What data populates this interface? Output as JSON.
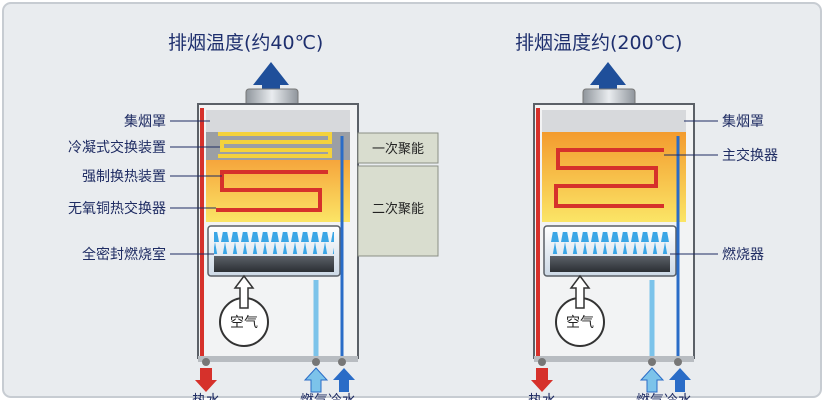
{
  "left_unit": {
    "title": "排烟温度(约40℃)",
    "labels": [
      "集烟罩",
      "冷凝式交换装置",
      "强制换热装置",
      "无氧铜热交换器",
      "全密封燃烧室"
    ],
    "stage_labels": [
      "一次聚能",
      "二次聚能"
    ],
    "air_label": "空气",
    "bottom_labels": [
      "热水",
      "燃气冷水"
    ]
  },
  "right_unit": {
    "title": "排烟温度约(200℃)",
    "labels": [
      "集烟罩",
      "主交换器",
      "燃烧器"
    ],
    "air_label": "空气",
    "bottom_labels": [
      "热水",
      "燃气冷水"
    ]
  },
  "colors": {
    "background": "#e9ecef",
    "exhaust_arrow": "#1f4f9a",
    "hot_water": "#d6312b",
    "cold_water": "#7cc3ea",
    "gas": "#2a6cc7",
    "heat_zone_top": "#f7a43a",
    "heat_zone_bottom": "#fbe16a",
    "flame": "#3aa6e6"
  }
}
